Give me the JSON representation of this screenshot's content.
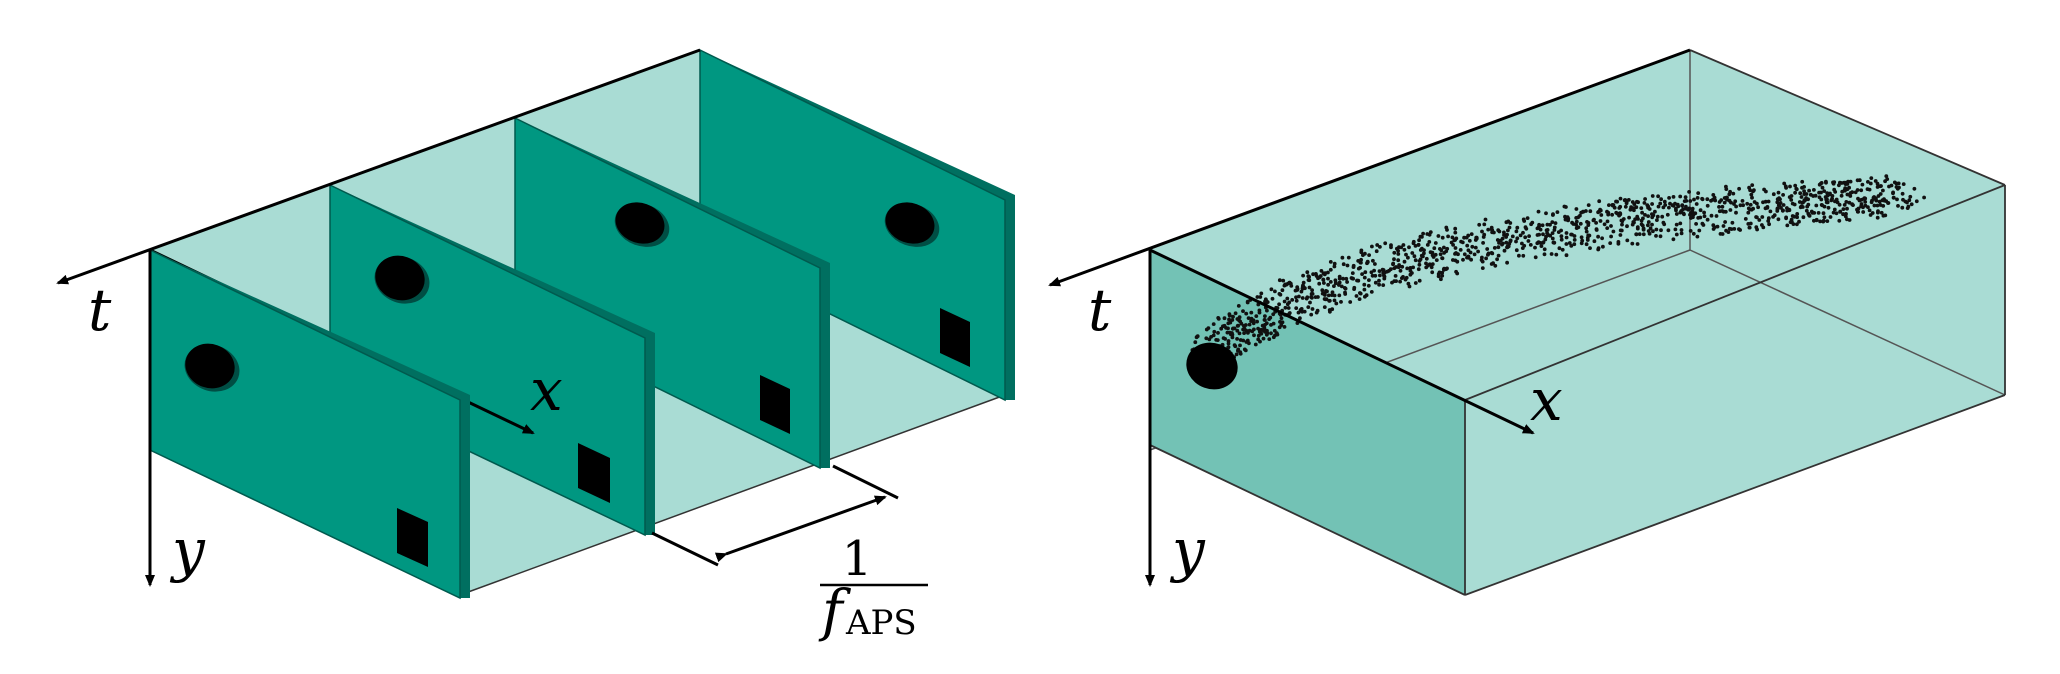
{
  "left_panel": {
    "axes": {
      "t": "t",
      "x": "x",
      "y": "y"
    },
    "frame_interval": {
      "numerator": "1",
      "f": "f",
      "subscript": "APS"
    },
    "frame_count": 4
  },
  "right_panel": {
    "axes": {
      "t": "t",
      "x": "x",
      "y": "y"
    }
  },
  "colors": {
    "frame": "#009781",
    "frame_edge": "#006f60",
    "volume_light": "#a9dcd4",
    "volume_mid": "#73c2b5",
    "object": "#000000"
  }
}
